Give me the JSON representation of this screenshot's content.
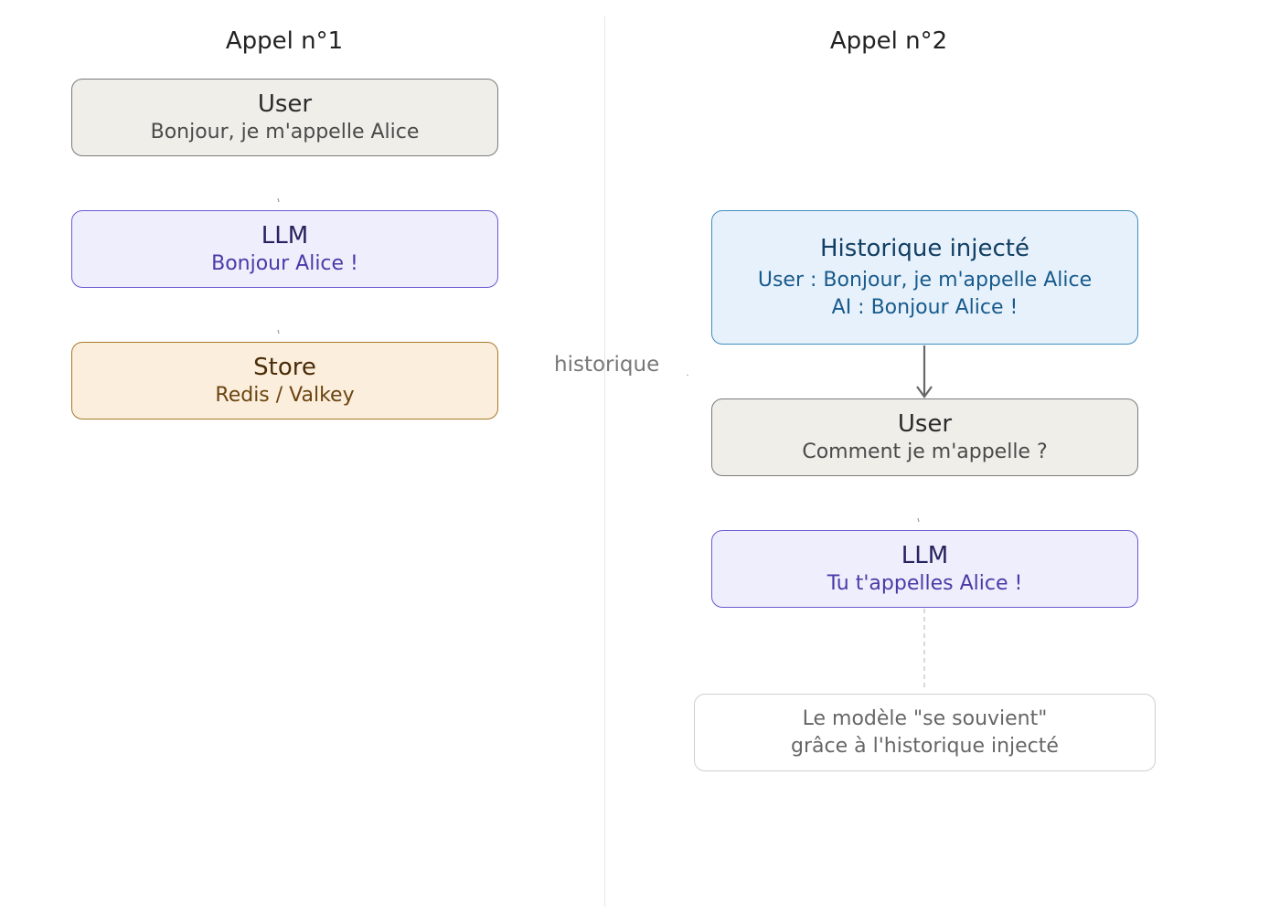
{
  "call1": {
    "title": "Appel n°1",
    "user": {
      "title": "User",
      "text": "Bonjour, je m'appelle Alice"
    },
    "llm": {
      "title": "LLM",
      "text": "Bonjour Alice !"
    },
    "store": {
      "title": "Store",
      "text": "Redis / Valkey"
    }
  },
  "call2": {
    "title": "Appel n°2",
    "history": {
      "title": "Historique injecté",
      "line1": "User : Bonjour, je m'appelle Alice",
      "line2": "AI : Bonjour Alice !"
    },
    "user": {
      "title": "User",
      "text": "Comment je m'appelle ?"
    },
    "llm": {
      "title": "LLM",
      "text": "Tu t'appelles Alice !"
    },
    "note": {
      "line1": "Le modèle \"se souvient\"",
      "line2": "grâce à l'historique injecté"
    }
  },
  "edge_label": "historique",
  "colors": {
    "user_fill": "#efeee9",
    "llm_fill": "#eeeefc",
    "store_fill": "#fbeedc",
    "history_fill": "#e7f1fb",
    "arrow": "#666666"
  }
}
